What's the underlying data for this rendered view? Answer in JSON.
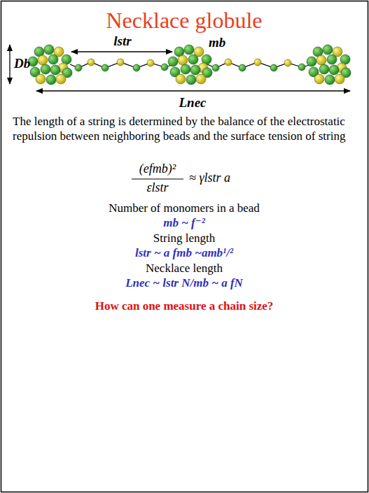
{
  "diagram": {
    "title": "Necklace globule",
    "labels": [
      "Db",
      "lstr",
      "mb",
      "Lnec",
      "The length of a string is determined by the balance of the electrostatic repulsion between neighboring beads and the surface tension of string",
      "(efmb)²",
      "εlstr",
      "≈ γlstr a",
      "Number of monomers in a bead",
      "mb ~ f⁻²",
      "String length",
      "lstr ~ a fmb ~amb¹/²",
      "Necklace length",
      "Lnec ~ lstr N/mb ~ a fN",
      "How can one measure a chain size?"
    ]
  }
}
